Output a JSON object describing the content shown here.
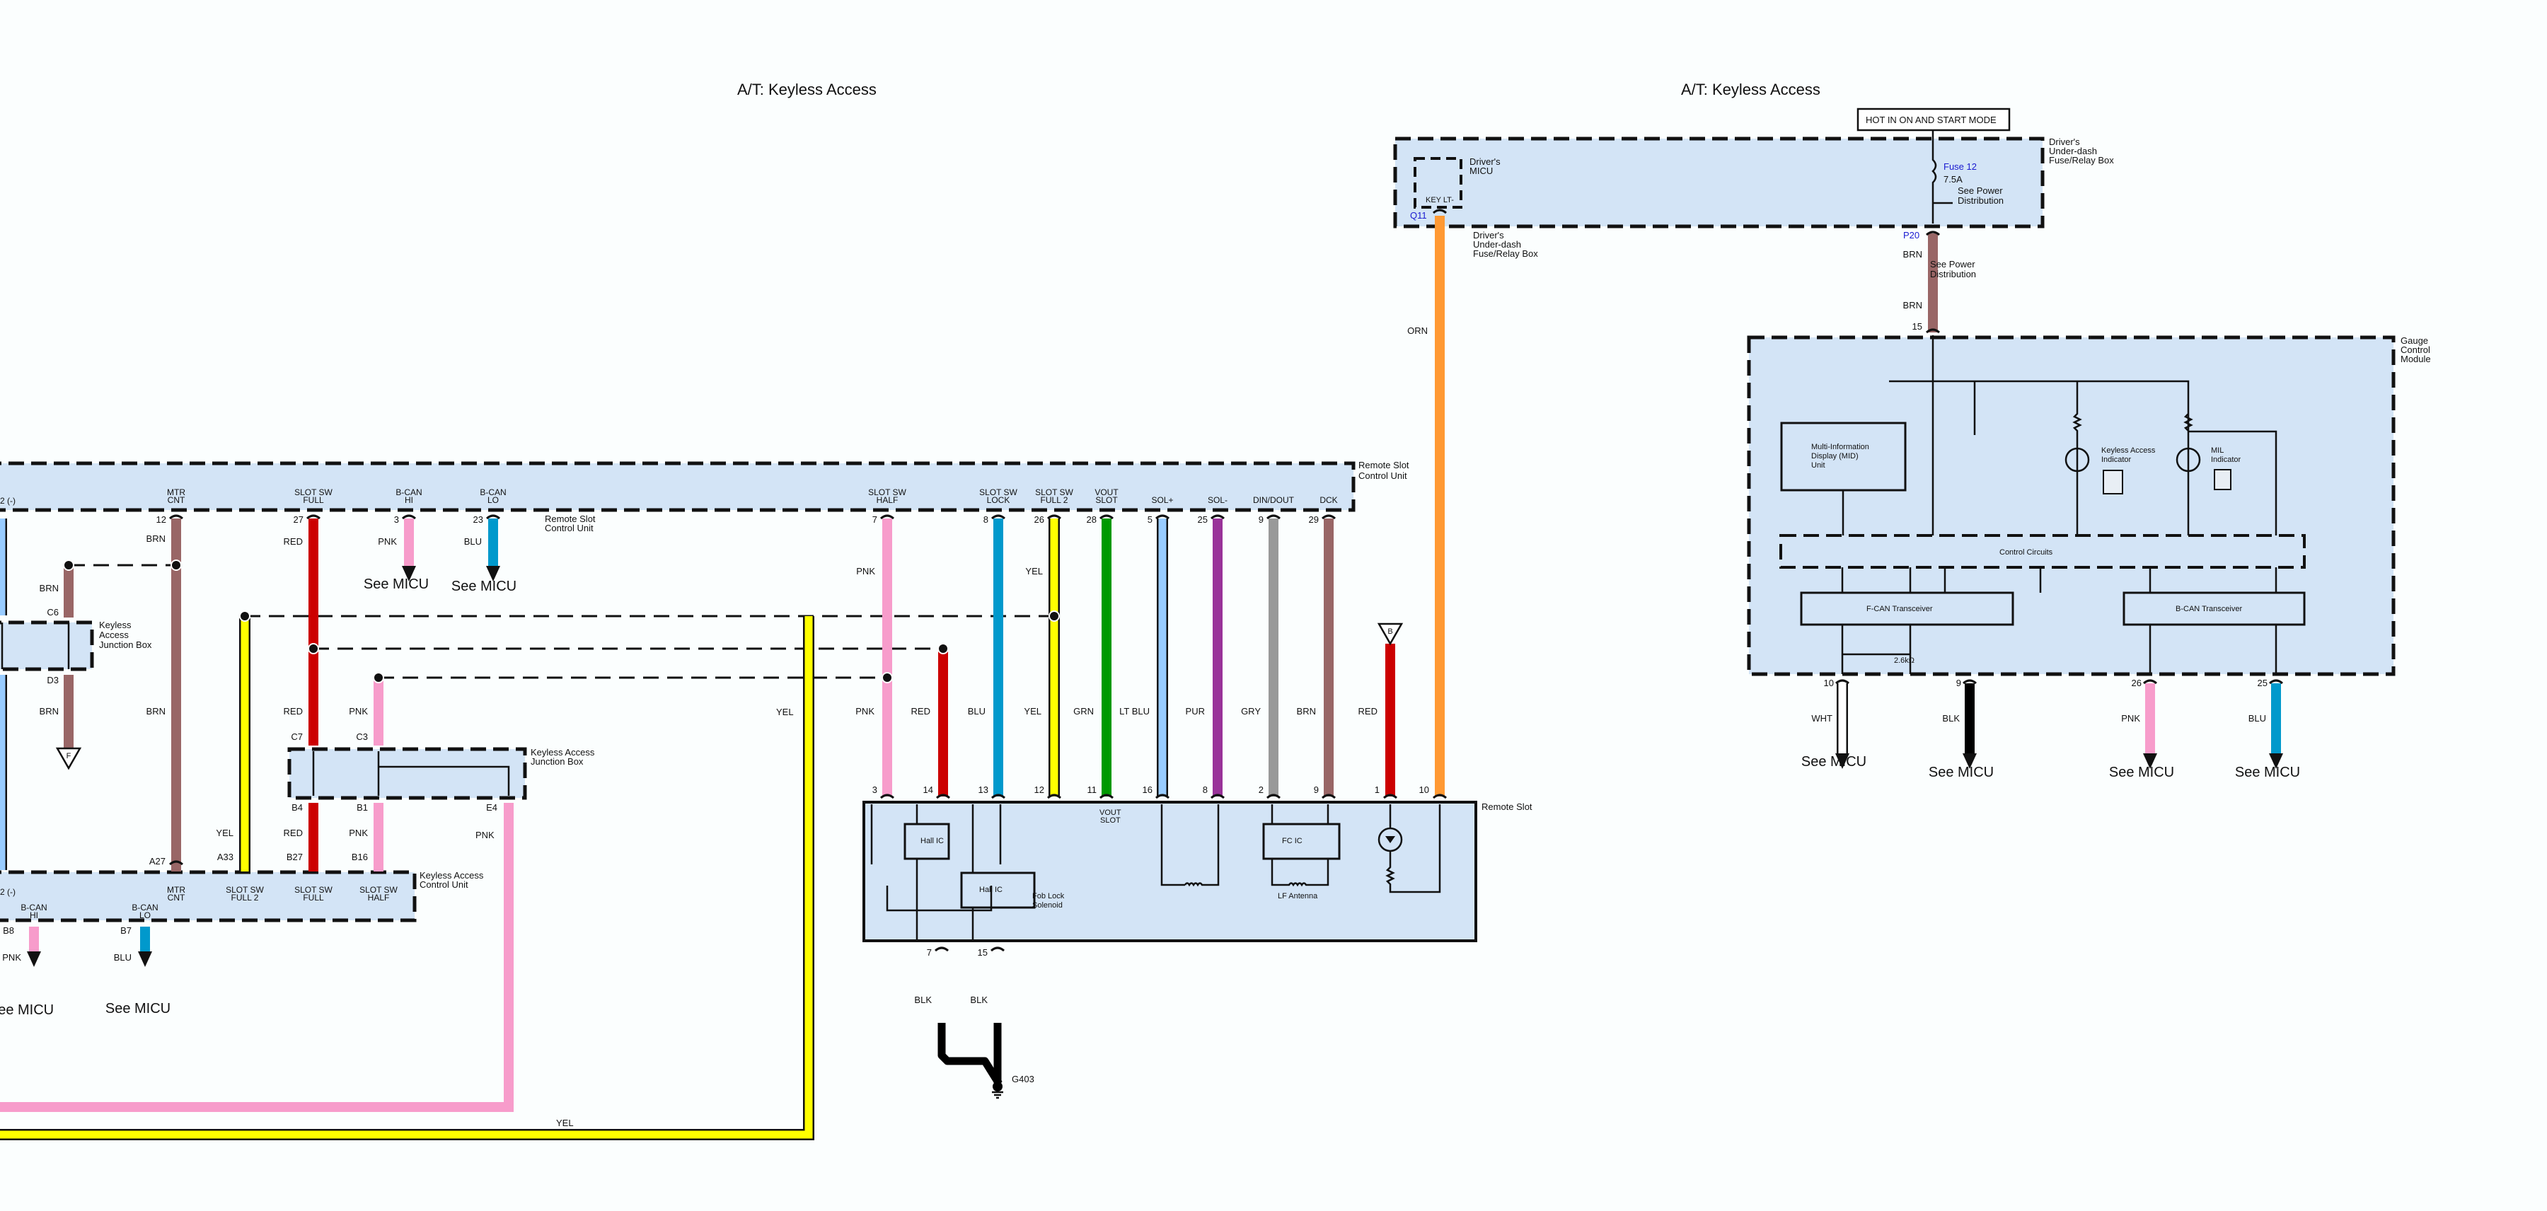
{
  "titles": {
    "left": "A/T: Keyless Access",
    "right": "A/T: Keyless Access"
  },
  "colors": {
    "PNK": "#f79ccb",
    "RED": "#cc0000",
    "BLU": "#0099cc",
    "LT BLU": "#99ccff",
    "YEL": "#ffff00",
    "GRN": "#009900",
    "PUR": "#993399",
    "GRY": "#999999",
    "BRN": "#996666",
    "ORN": "#ff9933",
    "BLK": "#000000",
    "WHT": "#ffffff",
    "box_fill": "#d3e4f6"
  },
  "components": {
    "remote_slot_control_unit": "Remote Slot Control Unit",
    "remote_slot_control_unit_2": "Remote Slot Control Unit",
    "keyless_junction_box_1": "Keyless Access Junction Box",
    "keyless_junction_box_2": "Keyless Access Junction Box",
    "keyless_access_control_unit": "Keyless Access Control Unit",
    "remote_slot": "Remote Slot",
    "drivers_fuse_box": "Driver's Under-dash Fuse/Relay Box",
    "drivers_fuse_box_2": "Driver's Under-dash Fuse/Relay Box",
    "drivers_micu": "Driver's MICU",
    "key_lt": "KEY LT-",
    "gauge_control_module": "Gauge Control Module",
    "hot_in": "HOT IN ON AND START MODE",
    "fuse": "Fuse 12",
    "fuse_rating": "7.5A",
    "see_power_distribution": "See Power Distribution",
    "mid_unit": "Multi-Information Display (MID) Unit",
    "keyless_indicator": "Keyless Access Indicator",
    "mil_indicator": "MIL Indicator",
    "control_circuits": "Control Circuits",
    "fcan": "F-CAN Transceiver",
    "bcan": "B-CAN Transceiver",
    "resistor": "2.6kΩ",
    "hall_ic_1": "Hall IC",
    "hall_ic_2": "Hall IC",
    "fc_ic": "FC IC",
    "fob_lock_solenoid": "Fob Lock Solenoid",
    "lf_antenna": "LF Antenna",
    "vout_slot": "VOUT SLOT",
    "ground": "G403",
    "see_micu": "See MICU"
  },
  "rscu_pins": [
    {
      "name": "2 (-)",
      "pin": "",
      "wire": "LT BLU"
    },
    {
      "name": "MTR CNT",
      "pin": "12",
      "wire": "BRN"
    },
    {
      "name": "SLOT SW FULL",
      "pin": "27",
      "wire": "RED"
    },
    {
      "name": "B-CAN HI",
      "pin": "3",
      "wire": "PNK",
      "dest": "See MICU"
    },
    {
      "name": "B-CAN LO",
      "pin": "23",
      "wire": "BLU",
      "dest": "See MICU"
    },
    {
      "name": "SLOT SW HALF",
      "pin": "7",
      "wire": "PNK"
    },
    {
      "name": "SLOT SW LOCK",
      "pin": "8",
      "wire": "BLU"
    },
    {
      "name": "SLOT SW FULL 2",
      "pin": "26",
      "wire": "YEL"
    },
    {
      "name": "VOUT SLOT",
      "pin": "28",
      "wire": "GRN"
    },
    {
      "name": "SOL+",
      "pin": "5",
      "wire": "LT BLU"
    },
    {
      "name": "SOL-",
      "pin": "25",
      "wire": "PUR"
    },
    {
      "name": "DIN/DOUT",
      "pin": "9",
      "wire": "GRY"
    },
    {
      "name": "DCK",
      "pin": "29",
      "wire": "BRN"
    }
  ],
  "jb1_pins": {
    "top": "C6",
    "bottom": "D3",
    "wire": "BRN",
    "offpage": "F"
  },
  "jb2_pins": {
    "c7": "C7",
    "c3": "C3",
    "b4": "B4",
    "b1": "B1",
    "e4": "E4"
  },
  "kacu_pins": [
    {
      "name": "2 (-)",
      "pin": ""
    },
    {
      "name": "MTR CNT",
      "pin": "A27",
      "wire": "BRN"
    },
    {
      "name": "SLOT SW FULL 2",
      "pin": "A33",
      "wire": "YEL"
    },
    {
      "name": "SLOT SW FULL",
      "pin": "B27",
      "wire": "RED"
    },
    {
      "name": "SLOT SW HALF",
      "pin": "B16",
      "wire": "PNK"
    },
    {
      "name": "B-CAN HI",
      "pin": "B8",
      "wire": "PNK",
      "dest": "See MICU"
    },
    {
      "name": "B-CAN LO",
      "pin": "B7",
      "wire": "BLU",
      "dest": "See MICU"
    }
  ],
  "remote_slot_pins": [
    {
      "pin": "3",
      "wire": "PNK"
    },
    {
      "pin": "14",
      "wire": "RED"
    },
    {
      "pin": "13",
      "wire": "BLU"
    },
    {
      "pin": "12",
      "wire": "YEL"
    },
    {
      "pin": "11",
      "wire": "GRN"
    },
    {
      "pin": "16",
      "wire": "LT BLU"
    },
    {
      "pin": "8",
      "wire": "PUR"
    },
    {
      "pin": "2",
      "wire": "GRY"
    },
    {
      "pin": "9",
      "wire": "BRN"
    },
    {
      "pin": "1",
      "wire": "RED",
      "offpage": "B"
    },
    {
      "pin": "10",
      "wire": "ORN"
    }
  ],
  "remote_slot_ground_pins": [
    {
      "pin": "7",
      "wire": "BLK"
    },
    {
      "pin": "15",
      "wire": "BLK"
    }
  ],
  "micu_pin": {
    "pin": "Q11",
    "wire": "ORN"
  },
  "fuse_box_pin": {
    "pin": "P20",
    "wire": "BRN"
  },
  "gauge_pins": [
    {
      "pin": "15",
      "wire": "BRN"
    },
    {
      "pin": "10",
      "wire": "WHT",
      "dest": "See MICU"
    },
    {
      "pin": "9",
      "wire": "BLK",
      "dest": "See MICU"
    },
    {
      "pin": "26",
      "wire": "PNK",
      "dest": "See MICU"
    },
    {
      "pin": "25",
      "wire": "BLU",
      "dest": "See MICU"
    }
  ],
  "wire_labels": {
    "yel_bottom": "YEL",
    "pnk_e4": "PNK",
    "yel_long": "YEL",
    "orn": "ORN"
  }
}
